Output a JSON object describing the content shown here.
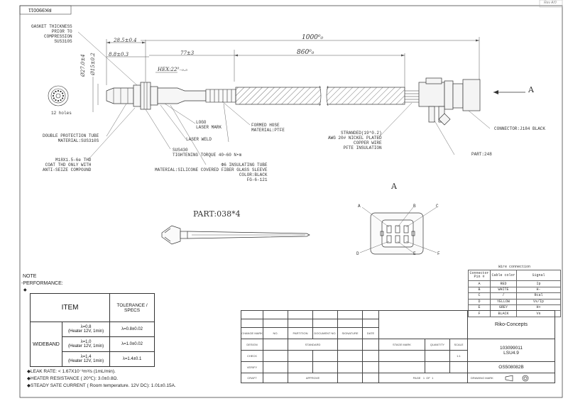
{
  "header": {
    "code_mirrored": "RK990011",
    "rev": "Rev A/0"
  },
  "dimensions": {
    "total_length": "1000⁰₀",
    "cable_length": "860⁰₀",
    "offset_1": "28.5±0.4",
    "offset_2": "8.8±0.3",
    "offset_3": "77±3",
    "hex": "HEX:22⁰₋₀.₅",
    "dia_1": "Ø27.0±4",
    "dia_2": "Ø15±0.2"
  },
  "callouts": {
    "gasket": "GASKET THICKNESS\nPRIOR TO\nCOMPRESSION\nSUS310S",
    "holes": "12 holes",
    "protection_tube": "DOUBLE PROTECTION TUBE\nMATERIAL:SUS310S",
    "thread": "M18X1.5-6e THD\nCOAT THD ONLY WITH\nANTI-SEIZE COMPOUND",
    "sus": "SUS430\nTIGHTENING TORQUE 40~60 N•m",
    "insulating_tube": "Φ6 INSULATING TUBE\nMATERIAL:SILICONE COVERED FIBER GLASS SLEEVE\nCOLOR:BLACK\nFG-6-121",
    "logo": "LOGO\nLASER MARK",
    "laser_weld": "LASER WELD",
    "formed_hose": "FORMED HOSE\nMATERIAL:PTFE",
    "stranded": "STRANDED(19*0.2)\nAWG 20# NICKEL PLATED\nCOPPER WIRE\nPFTE INSULATION",
    "part_248": "PART:248",
    "connector": "CONNECTOR:J184 BLACK",
    "view_a": "A",
    "view_a_title": "A",
    "part_038": "PART:038*4"
  },
  "pin_letters": [
    "A",
    "B",
    "C",
    "D",
    "E",
    "F"
  ],
  "notes": {
    "note": "NOTE",
    "performance": "-PERFORMANCE:",
    "bullet": "◆",
    "leak": "◆LEAK RATE:  < 1.67X10⁻³m³/s (1mL/min).",
    "heater": "◆HEATER RESISTANCE ( 20℃):  3.0±0.8Ω.",
    "current": "◆STEADY SATE CURRENT ( Room temperature.  12V DC):  1.01±0.15A."
  },
  "performance_table": {
    "col_item": "ITEM",
    "col_tol": "TOLERANCE / SPECS",
    "group": "WIDEBAND",
    "rows": [
      {
        "l1": "λ=0.8",
        "l2": "(Heater 12V,  1min)",
        "tol": "λ=0.8±0.02"
      },
      {
        "l1": "λ=1.0",
        "l2": "(Heater 12V,  1min)",
        "tol": "λ=1.0±0.02"
      },
      {
        "l1": "λ=1.4",
        "l2": "(Heater 12V,  1min)",
        "tol": "λ=1.4±0.1"
      }
    ]
  },
  "wire_table": {
    "title": "Wire connection",
    "headers": [
      "Connector Pin #",
      "Cable color",
      "Signal"
    ],
    "rows": [
      [
        "A",
        "RED",
        "Ip"
      ],
      [
        "B",
        "WHITE",
        "H-"
      ],
      [
        "C",
        "/",
        "Rcal"
      ],
      [
        "D",
        "YELLOW",
        "Vs/Ip"
      ],
      [
        "E",
        "GREY",
        "H+"
      ],
      [
        "F",
        "BLACK",
        "Vs"
      ]
    ]
  },
  "title_block": {
    "company": "Riko-Concepts",
    "part_number": "103099011",
    "model": "LSU4.9",
    "drawing_no": "OS508082B",
    "labels": {
      "change_mark": "CHANGE MARK",
      "no": "NO.",
      "partition": "PARTITION",
      "document": "DOCUMENT NO.",
      "signature": "SIGNATURE",
      "date": "DATE",
      "design": "DESIGN",
      "standard": "STANDARD",
      "check": "CHECK",
      "verify": "VERIFY",
      "craft": "CRAFT",
      "approve": "APPROVE",
      "stage_mark": "STAGE MARK",
      "quantity": "QUANTITY",
      "scale": "SCALE",
      "scale_value": "1:1",
      "page": "PAGE",
      "page_num": "1",
      "of": "OF",
      "page_total": "1",
      "drawing_mark": "DRAWING MARK"
    }
  }
}
